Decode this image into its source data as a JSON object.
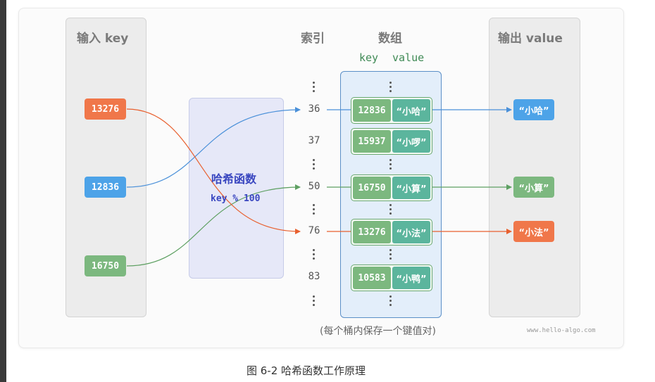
{
  "headers": {
    "input": "输入 key",
    "index": "索引",
    "array": "数组",
    "output": "输出 value",
    "kv_key": "key",
    "kv_value": "value"
  },
  "inputs": [
    {
      "label": "13276",
      "color": "#f0774a"
    },
    {
      "label": "12836",
      "color": "#4da3e8"
    },
    {
      "label": "16750",
      "color": "#7cb87f"
    }
  ],
  "hash": {
    "title": "哈希函数",
    "formula": "key % 100"
  },
  "indices": [
    "36",
    "37",
    "50",
    "76",
    "83"
  ],
  "buckets": [
    {
      "key": "12836",
      "value": "“小哈”"
    },
    {
      "key": "15937",
      "value": "“小啰”"
    },
    {
      "key": "16750",
      "value": "“小算”"
    },
    {
      "key": "13276",
      "value": "“小法”"
    },
    {
      "key": "10583",
      "value": "“小鸭”"
    }
  ],
  "outputs": [
    {
      "label": "“小哈”",
      "color": "#4da3e8"
    },
    {
      "label": "“小算”",
      "color": "#7cb87f"
    },
    {
      "label": "“小法”",
      "color": "#f0774a"
    }
  ],
  "note": "(每个桶内保存一个键值对)",
  "watermark": "www.hello-algo.com",
  "caption": "图 6-2   哈希函数工作原理"
}
